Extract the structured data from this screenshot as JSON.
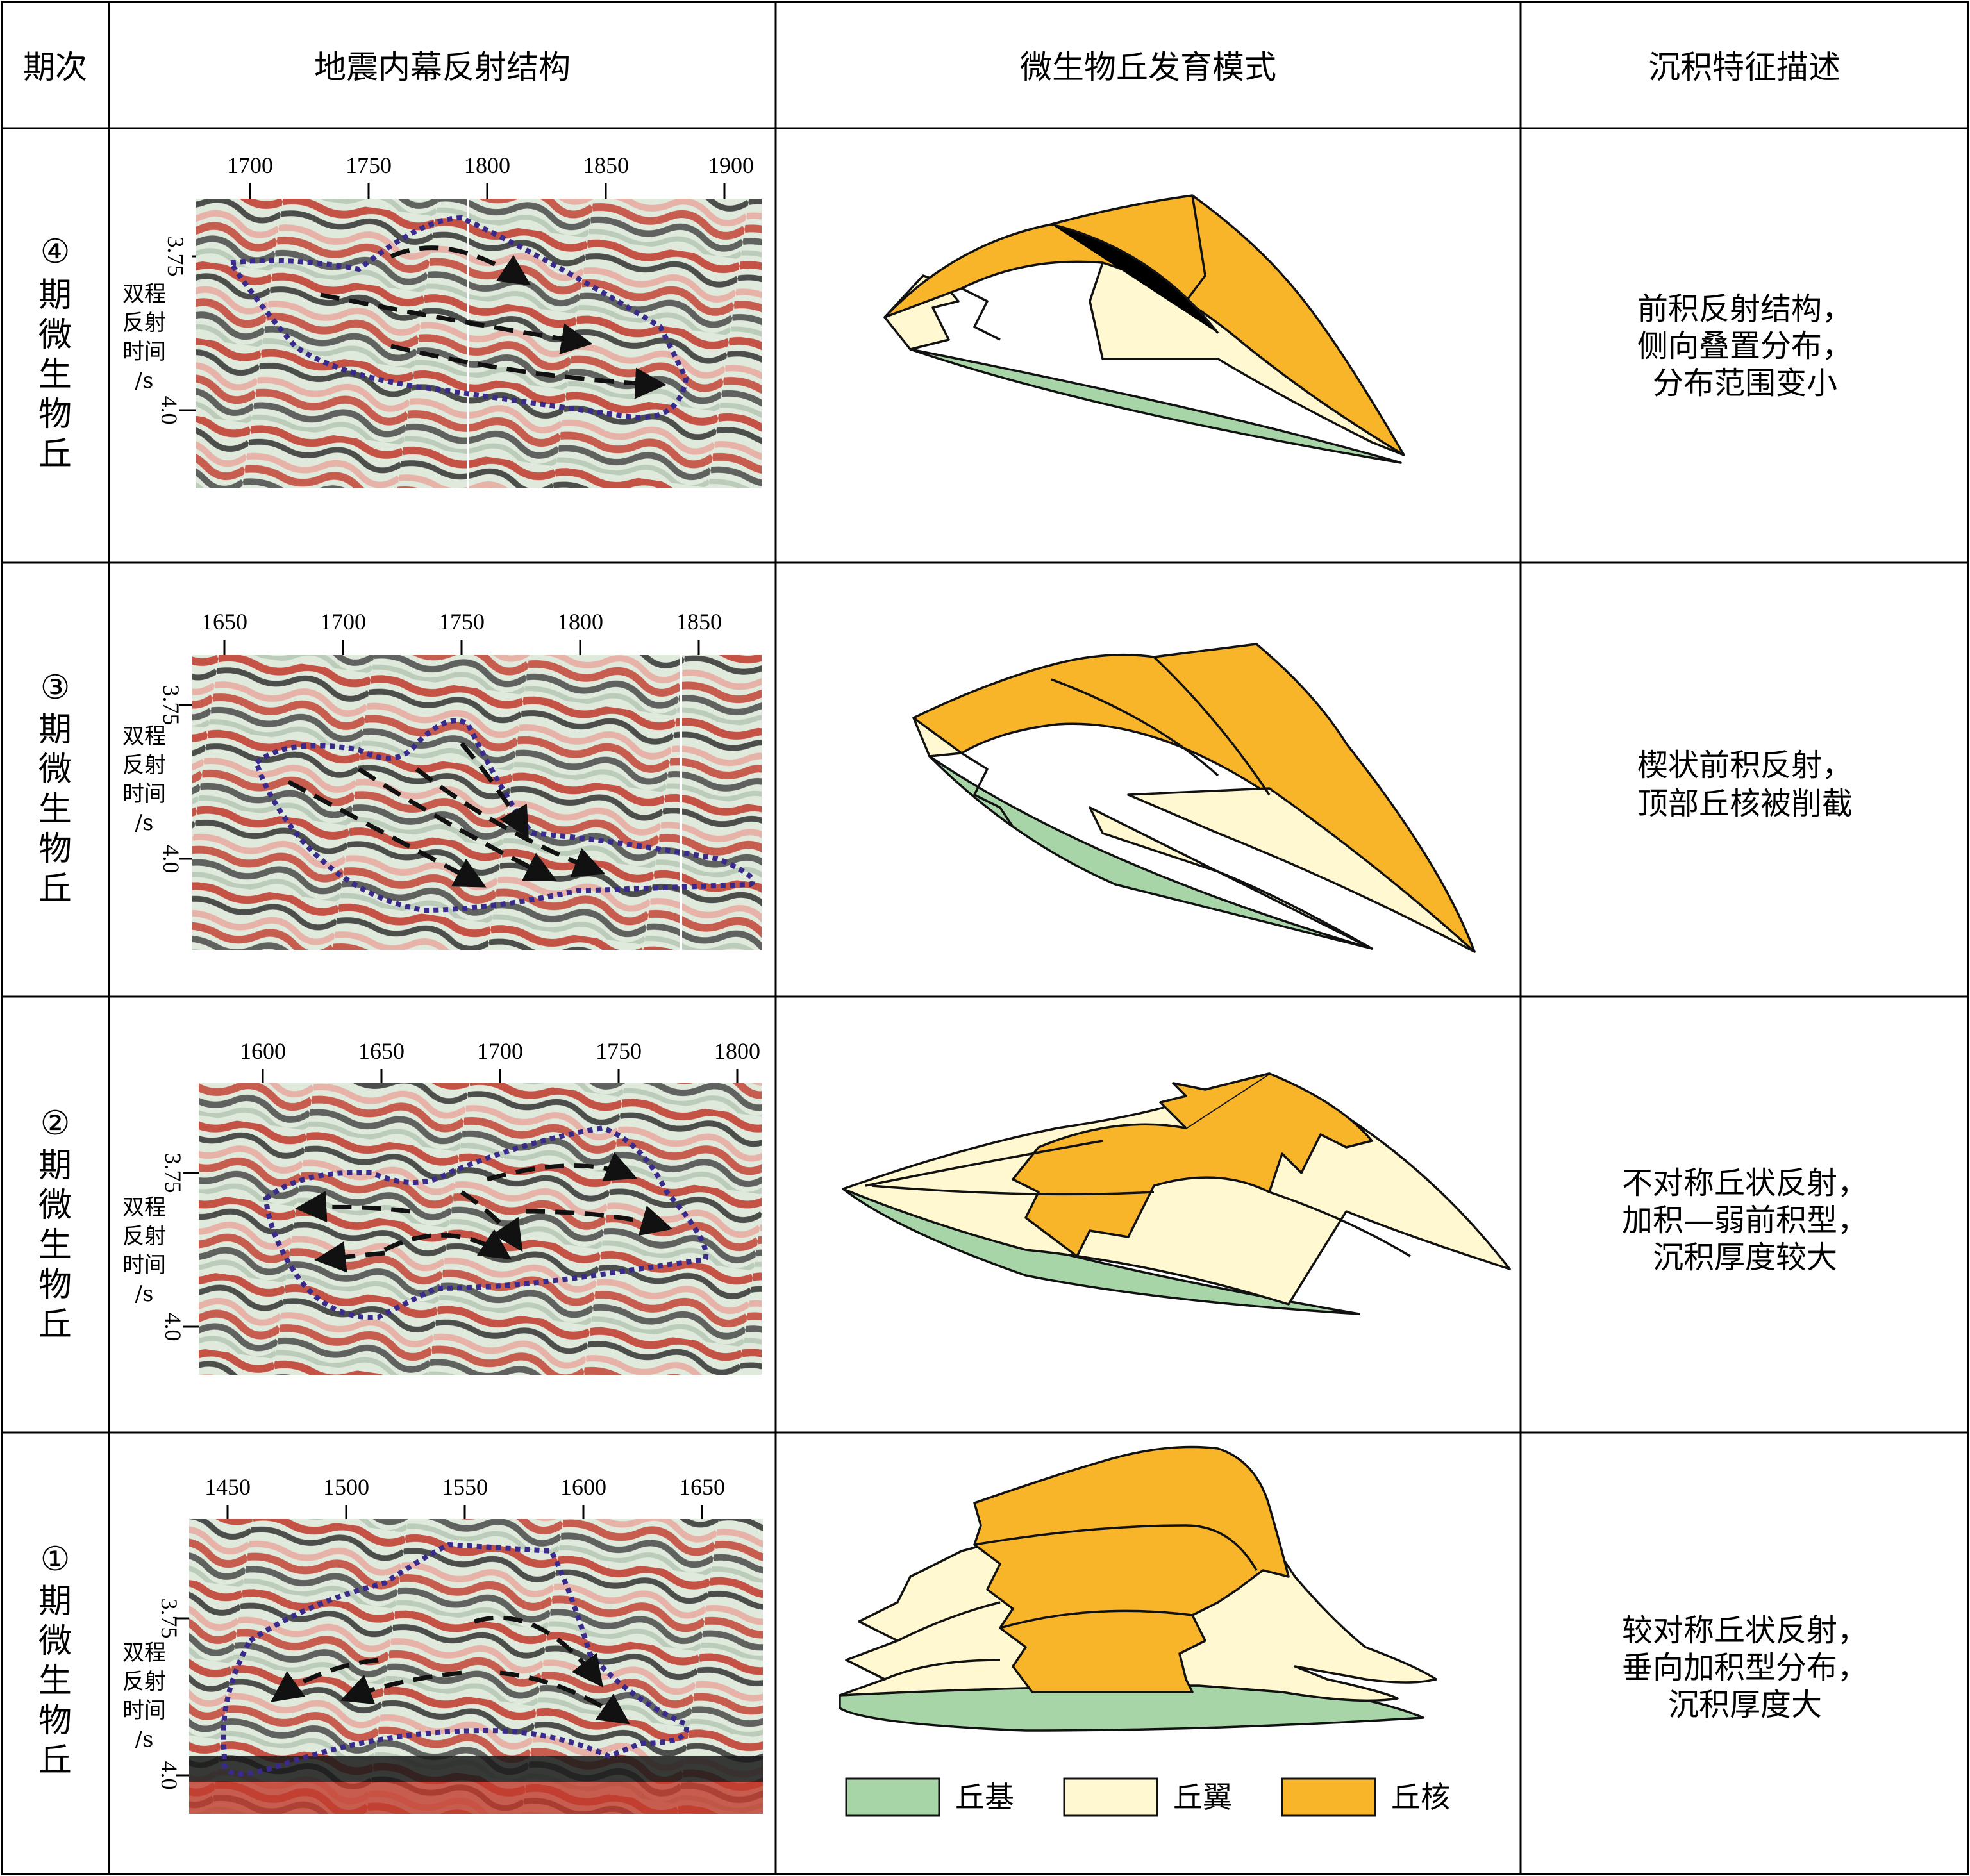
{
  "header": {
    "col1": "期次",
    "col2": "地震内幕反射结构",
    "col3": "微生物丘发育模式",
    "col4": "沉积特征描述"
  },
  "axis_label": {
    "line1": "双程",
    "line2": "反射",
    "line3": "时间",
    "line4": "/s"
  },
  "rows": [
    {
      "phase": [
        "④",
        "期",
        "微",
        "生",
        "物",
        "丘"
      ],
      "ticks": [
        "1700",
        "1750",
        "1800",
        "1850",
        "1900"
      ],
      "y_ticks": [
        "3.75",
        "4.0"
      ],
      "desc": [
        "前积反射结构，",
        "侧向叠置分布，",
        "分布范围变小"
      ]
    },
    {
      "phase": [
        "③",
        "期",
        "微",
        "生",
        "物",
        "丘"
      ],
      "ticks": [
        "1650",
        "1700",
        "1750",
        "1800",
        "1850"
      ],
      "y_ticks": [
        "3.75",
        "4.0"
      ],
      "desc": [
        "楔状前积反射，",
        "顶部丘核被削截"
      ]
    },
    {
      "phase": [
        "②",
        "期",
        "微",
        "生",
        "物",
        "丘"
      ],
      "ticks": [
        "1600",
        "1650",
        "1700",
        "1750",
        "1800"
      ],
      "y_ticks": [
        "3.75",
        "4.0"
      ],
      "desc": [
        "不对称丘状反射，",
        "加积—弱前积型，",
        "沉积厚度较大"
      ]
    },
    {
      "phase": [
        "①",
        "期",
        "微",
        "生",
        "物",
        "丘"
      ],
      "ticks": [
        "1450",
        "1500",
        "1550",
        "1600",
        "1650"
      ],
      "y_ticks": [
        "3.75",
        "4.0"
      ],
      "desc": [
        "较对称丘状反射，",
        "垂向加积型分布，",
        "沉积厚度大"
      ]
    }
  ],
  "legend": {
    "base": "丘基",
    "wing": "丘翼",
    "core": "丘核"
  },
  "colors": {
    "base": "#a8d5a8",
    "wing": "#fff8d0",
    "core": "#f8b52a",
    "outline": "#3a2a8c",
    "seis_red": "#c0392b",
    "seis_black": "#1a1a1a",
    "seis_light": "#dfe9dc"
  }
}
